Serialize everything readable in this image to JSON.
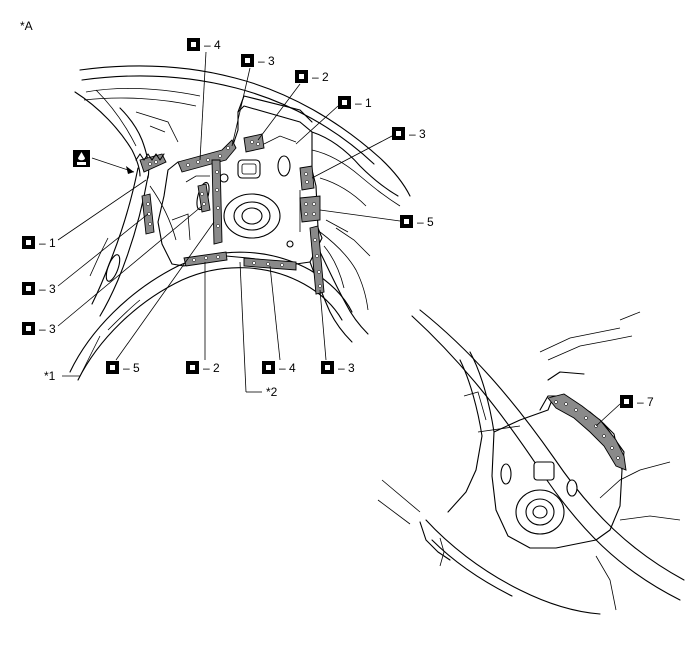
{
  "view_label": "*A",
  "callouts": {
    "c1_top_left": "1",
    "c2_top": "2",
    "c3_top": "3",
    "c4_top": "4",
    "c3_right": "3",
    "c5_right": "5",
    "c1_left": "1",
    "c3_left_a": "3",
    "c3_left_b": "3",
    "c5_bottom": "5",
    "c2_bottom": "2",
    "c4_bottom": "4",
    "c3_bottom": "3",
    "c7_detail": "7"
  },
  "notes": {
    "star1": "*1",
    "star2": "*2"
  },
  "dash": "–",
  "icon_names": {
    "weld_symbol": "spot-weld-symbol-icon",
    "sealer_symbol": "sealer-application-icon"
  }
}
